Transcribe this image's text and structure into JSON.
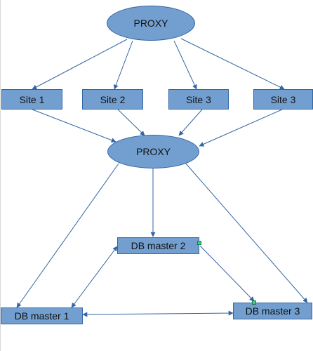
{
  "diagram": {
    "colors": {
      "node_fill": "#729fcf",
      "node_border": "#3465a4",
      "connector": "#3465a4",
      "selection_handle": "#3cd07a"
    },
    "nodes": {
      "proxy_top": "PROXY",
      "site_1": "Site 1",
      "site_2": "Site 2",
      "site_3a": "Site 3",
      "site_3b": "Site 3",
      "proxy_mid": "PROXY",
      "db_master_2": "DB master 2",
      "db_master_1": "DB master 1",
      "db_master_3": "DB master 3"
    },
    "connections": [
      {
        "from": "proxy_top",
        "to": "site_1"
      },
      {
        "from": "proxy_top",
        "to": "site_2"
      },
      {
        "from": "proxy_top",
        "to": "site_3a"
      },
      {
        "from": "proxy_top",
        "to": "site_3b"
      },
      {
        "from": "site_1",
        "to": "proxy_mid"
      },
      {
        "from": "site_2",
        "to": "proxy_mid"
      },
      {
        "from": "site_3a",
        "to": "proxy_mid"
      },
      {
        "from": "site_3b",
        "to": "proxy_mid"
      },
      {
        "from": "proxy_mid",
        "to": "db_master_1"
      },
      {
        "from": "proxy_mid",
        "to": "db_master_2"
      },
      {
        "from": "proxy_mid",
        "to": "db_master_3"
      },
      {
        "from": "db_master_2",
        "to": "db_master_3"
      },
      {
        "from": "db_master_1",
        "to": "db_master_2",
        "bidirectional": true
      },
      {
        "from": "db_master_1",
        "to": "db_master_3",
        "bidirectional": true
      }
    ]
  }
}
